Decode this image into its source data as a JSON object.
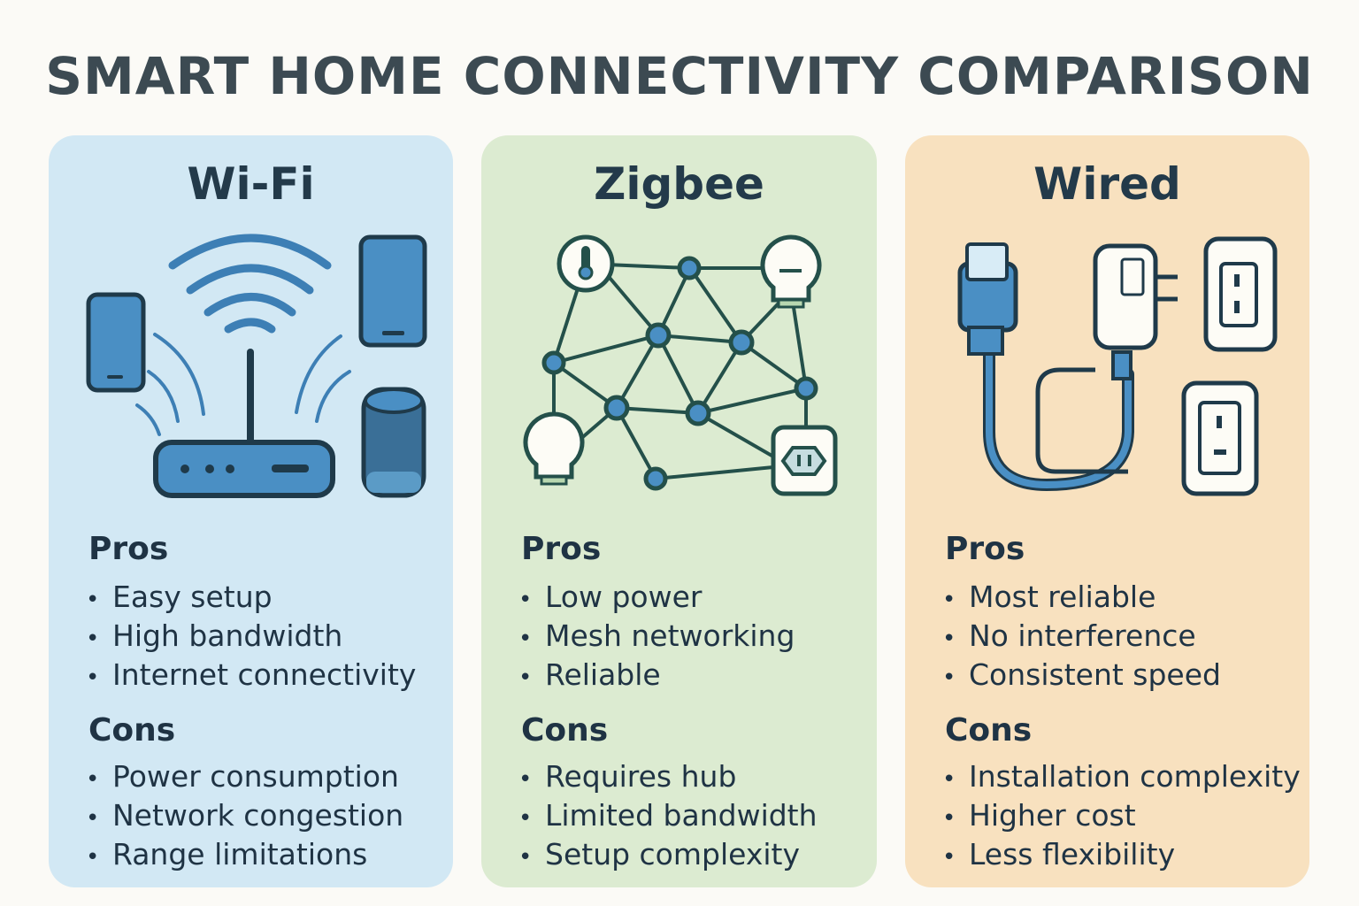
{
  "title": "SMART HOME CONNECTIVITY COMPARISON",
  "colors": {
    "wifi_bg": "#d2e8f4",
    "zigbee_bg": "#dcebd1",
    "wired_bg": "#f8e1bf",
    "accent_blue": "#4a8fc4",
    "outline": "#1f3a4a"
  },
  "panels": [
    {
      "name": "Wi-Fi",
      "icons": [
        "phone-icon",
        "router-icon",
        "wifi-signal-icon",
        "smart-speaker-icon"
      ],
      "pros_label": "Pros",
      "pros": [
        "Easy setup",
        "High bandwidth",
        "Internet connectivity"
      ],
      "cons_label": "Cons",
      "cons": [
        "Power consumption",
        "Network congestion",
        "Range limitations"
      ]
    },
    {
      "name": "Zigbee",
      "icons": [
        "thermometer-icon",
        "light-bulb-icon",
        "mesh-network-icon",
        "power-outlet-icon"
      ],
      "pros_label": "Pros",
      "pros": [
        "Low power",
        "Mesh networking",
        "Reliable"
      ],
      "cons_label": "Cons",
      "cons": [
        "Requires hub",
        "Limited bandwidth",
        "Setup complexity"
      ]
    },
    {
      "name": "Wired",
      "icons": [
        "ethernet-plug-icon",
        "power-adapter-icon",
        "wall-outlet-icon"
      ],
      "pros_label": "Pros",
      "pros": [
        "Most reliable",
        "No interference",
        "Consistent speed"
      ],
      "cons_label": "Cons",
      "cons": [
        "Installation complexity",
        "Higher cost",
        "Less flexibility"
      ]
    }
  ]
}
